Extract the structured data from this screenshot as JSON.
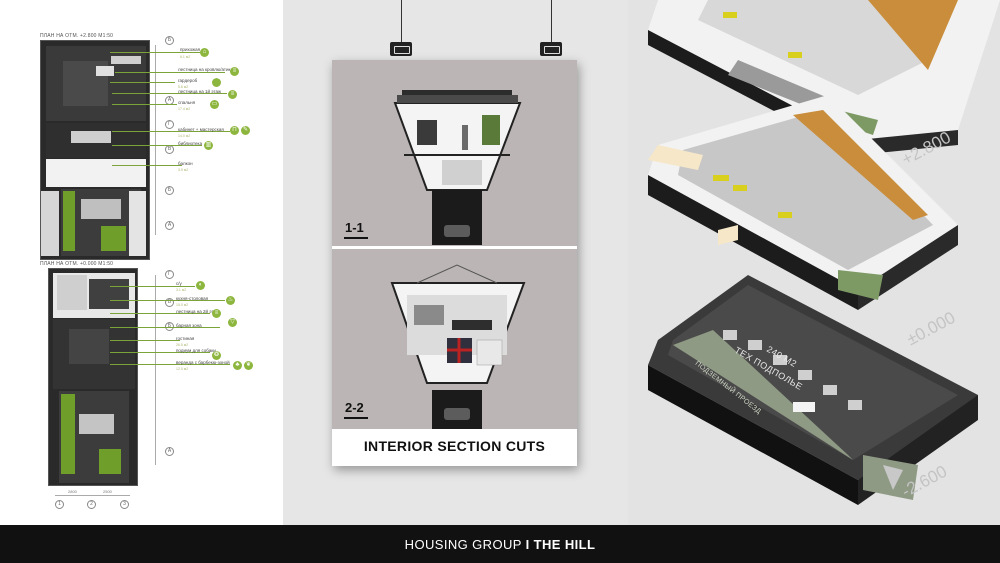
{
  "plans": {
    "plan1_title": "ПЛАН НА ОТМ. +2.800 М1:50",
    "plan2_title": "ПЛАН НА ОТМ. +0.000 М1:50",
    "callouts_upper": [
      {
        "label": "прихожая",
        "sub": "6.1 м2"
      },
      {
        "label": "лестница на кровлю/атик",
        "sub": ""
      },
      {
        "label": "гардероб",
        "sub": "5.6 м2"
      },
      {
        "label": "лестница на 1й этаж",
        "sub": ""
      },
      {
        "label": "спальня",
        "sub": "17.4 м2"
      },
      {
        "label": "кабинет + мастерская",
        "sub": "14.0 м2"
      },
      {
        "label": "библиотека",
        "sub": ""
      },
      {
        "label": "балкон",
        "sub": "3.9 м2"
      }
    ],
    "callouts_lower": [
      {
        "label": "с/у",
        "sub": "3.1 м2"
      },
      {
        "label": "кухня-столовая",
        "sub": "15.0 м2"
      },
      {
        "label": "лестница на 2й этаж",
        "sub": ""
      },
      {
        "label": "барная зона",
        "sub": ""
      },
      {
        "label": "гостиная",
        "sub": "26.5 м2"
      },
      {
        "label": "подиум для собаки",
        "sub": ""
      },
      {
        "label": "веранда с барбекю-зоной",
        "sub": "12.0 м2"
      }
    ],
    "axis_letters_upper": [
      "Б",
      "А",
      "Г",
      "В",
      "Б",
      "А"
    ],
    "axis_letters_lower": [
      "Г",
      "В",
      "Б",
      "А"
    ],
    "axis_numbers": [
      "1",
      "2",
      "3"
    ],
    "dims_bottom": [
      "2800",
      "2500"
    ]
  },
  "poster": {
    "cut1_label": "1-1",
    "cut2_label": "2-2",
    "title": "INTERIOR SECTION CUTS"
  },
  "axonometric": {
    "level_top": "+2.800",
    "level_mid": "±0.000",
    "level_bottom": "-2.600",
    "basement_label_line1": "ТЕХ ПОДПОЛЬЕ",
    "basement_label_line2": "240 М2",
    "passage_label": "ПОДЗЕМНЫЙ ПРОЕЗД"
  },
  "footer": {
    "prefix": "HOUSING GROUP ",
    "bold": "I THE HILL"
  },
  "colors": {
    "accent_green": "#8db63e",
    "footer_bg": "#111111",
    "poster_bg": "#bcb5b5",
    "wood": "#c98d3c",
    "highlight_yellow": "#d8d01c"
  }
}
